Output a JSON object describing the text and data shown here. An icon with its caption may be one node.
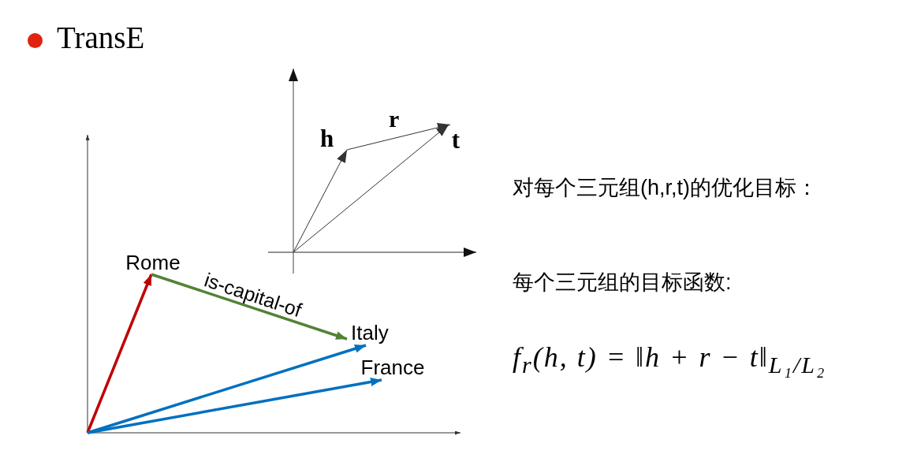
{
  "diagram": {
    "title": "TransE",
    "nodes": [
      {
        "text": [
          "h"
        ]
      },
      {
        "text": [
          "t"
        ]
      },
      {
        "text": [
          "Rome"
        ]
      },
      {
        "text": [
          "Italy"
        ]
      },
      {
        "text": [
          "France"
        ]
      }
    ],
    "edges": [
      {
        "from": null,
        "to": 0,
        "arrow": "to"
      },
      {
        "from": 0,
        "to": 1,
        "arrow": "to",
        "label": "r"
      },
      {
        "from": null,
        "to": 1,
        "arrow": "to"
      },
      {
        "from": null,
        "to": 2,
        "arrow": "to",
        "color": "#c00000"
      },
      {
        "from": 2,
        "to": 3,
        "arrow": "to",
        "label": "is-capital-of",
        "color": "#548235"
      },
      {
        "from": null,
        "to": 3,
        "arrow": "to",
        "color": "#0070c0"
      },
      {
        "from": null,
        "to": 4,
        "arrow": "to",
        "color": "#0070c0"
      }
    ],
    "labels": [
      "对每个三元组(h,r,t)的优化目标：",
      "每个三元组的目标函数:",
      "f$_{r}$(h, t) = ‖h + r − t‖$_{L₁/L₂}$"
    ]
  }
}
